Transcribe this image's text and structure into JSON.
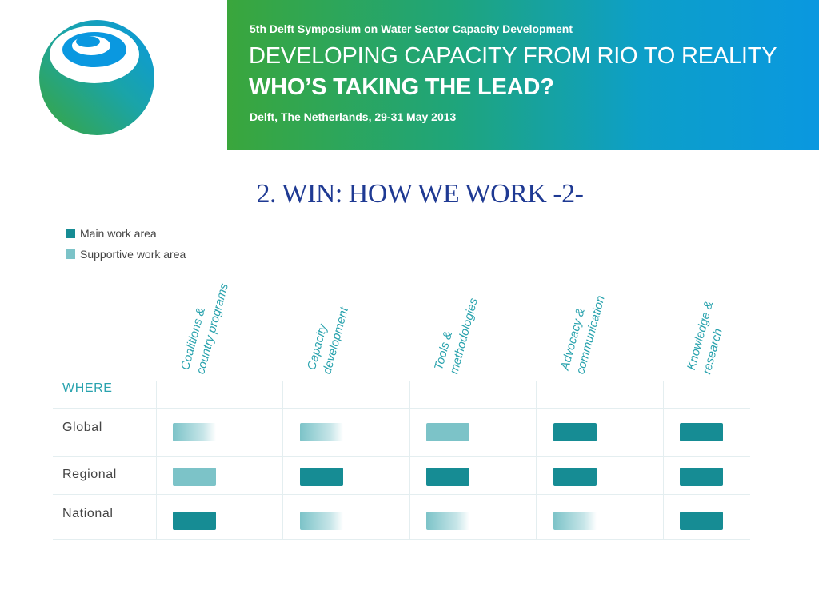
{
  "header": {
    "symposium": "5th Delft Symposium on Water Sector Capacity Development",
    "headline_1": "DEVELOPING CAPACITY FROM RIO TO REALITY",
    "headline_2": "WHO’S TAKING THE LEAD?",
    "location_date": "Delft, The Netherlands, 29-31 May 2013"
  },
  "slide": {
    "title": "2. WIN: HOW WE WORK -2-"
  },
  "legend": {
    "main": {
      "label": "Main work area",
      "color": "#168c94"
    },
    "supportive": {
      "label": "Supportive work area",
      "color": "#7cc3c8"
    }
  },
  "table": {
    "corner_label": "WHERE",
    "columns": [
      {
        "line1": "Coalitions &",
        "line2": "country programs"
      },
      {
        "line1": "Capacity",
        "line2": "development"
      },
      {
        "line1": "Tools &",
        "line2": "methodologies"
      },
      {
        "line1": "Advocacy &",
        "line2": "communication"
      },
      {
        "line1": "Knowledge &",
        "line2": "research"
      }
    ],
    "rows": [
      {
        "label": "Global",
        "cells": [
          "fade",
          "fade",
          "support",
          "main",
          "main"
        ]
      },
      {
        "label": "Regional",
        "cells": [
          "support",
          "main",
          "main",
          "main",
          "main"
        ]
      },
      {
        "label": "National",
        "cells": [
          "main",
          "fade",
          "fade",
          "fade",
          "main"
        ]
      }
    ]
  },
  "colors": {
    "title": "#1f3a93",
    "accent": "#2aa3ae",
    "main": "#168c94",
    "supportive": "#7cc3c8"
  }
}
